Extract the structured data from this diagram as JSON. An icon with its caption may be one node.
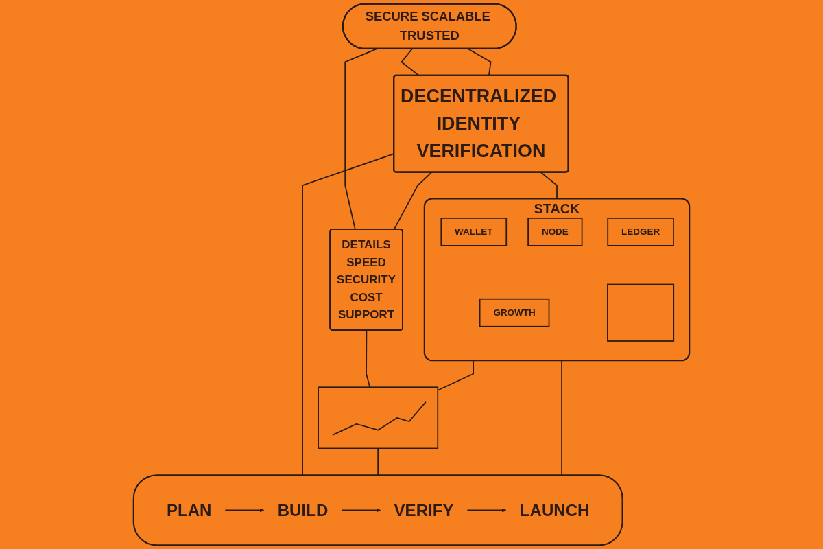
{
  "diagram": {
    "nodes": [
      {
        "text": [
          "SECURE SCALABLE TRUSTED"
        ]
      },
      {
        "text": [
          "DECENTRALIZED IDENTITY VERIFICATION"
        ]
      },
      {
        "text": [
          "STACK"
        ]
      },
      {
        "text": [
          "WALLET"
        ],
        "in": 2
      },
      {
        "text": [
          "NODE"
        ],
        "in": 2
      },
      {
        "text": [
          "LEDGER"
        ],
        "in": 2
      },
      {
        "text": [
          "GROWTH"
        ],
        "in": 2
      },
      {
        "text": [],
        "shape": "box",
        "in": 2
      },
      {
        "text": [
          "DETAILS",
          "SPEED",
          "SECURITY",
          "COST",
          "SUPPORT"
        ]
      },
      {
        "text": [],
        "shape": "box"
      },
      {
        "text": [],
        "shape": "box"
      },
      {
        "text": [
          "PLAN"
        ],
        "in": 10
      },
      {
        "text": [
          "BUILD"
        ],
        "in": 10
      },
      {
        "text": [
          "VERIFY"
        ],
        "in": 10
      },
      {
        "text": [
          "LAUNCH"
        ],
        "in": 10
      }
    ],
    "edges": [
      {
        "from": 0,
        "to": 1,
        "arrow": "none"
      },
      {
        "from": 0,
        "to": 1,
        "arrow": "none"
      },
      {
        "from": 0,
        "to": 8,
        "arrow": "none"
      },
      {
        "from": 1,
        "to": 8,
        "arrow": "none"
      },
      {
        "from": 1,
        "to": 2,
        "arrow": "none"
      },
      {
        "from": 1,
        "to": 10,
        "arrow": "none"
      },
      {
        "from": 8,
        "to": 9,
        "arrow": "none"
      },
      {
        "from": 2,
        "to": 9,
        "arrow": "none"
      },
      {
        "from": 9,
        "to": 10,
        "arrow": "none"
      },
      {
        "from": 2,
        "to": 10,
        "arrow": "none"
      },
      {
        "from": 11,
        "to": 12,
        "arrow": "to"
      },
      {
        "from": 12,
        "to": 13,
        "arrow": "to"
      },
      {
        "from": 13,
        "to": 14,
        "arrow": "to"
      }
    ]
  }
}
